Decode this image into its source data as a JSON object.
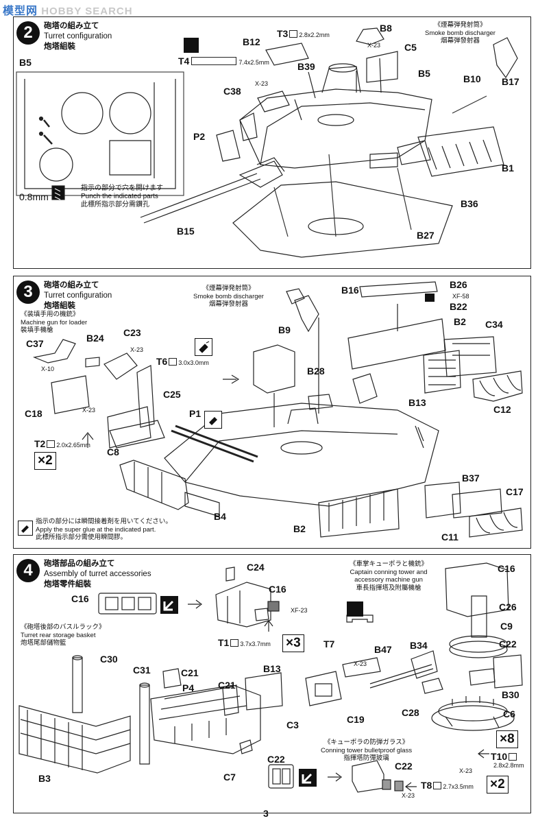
{
  "watermark": {
    "site_cn": "模型网",
    "site_en": "HOBBY SEARCH"
  },
  "page_number": "3",
  "step2": {
    "number": "2",
    "title_jp": "砲塔の組み立て",
    "title_en": "Turret configuration",
    "title_cn": "炮塔組裝",
    "inset_label": "B5",
    "drill_size": "0.8mm",
    "drill_note_jp": "指示の部分で穴を開けます",
    "drill_note_en": "Punch the indicated parts",
    "drill_note_cn": "此標所指示部分需鑽孔",
    "smoke_jp": "《煙幕弾発射筒》",
    "smoke_en": "Smoke bomb discharger",
    "smoke_cn": "烟幕弾發射器",
    "t3_label": "T3",
    "t3_size": "2.8x2.2mm",
    "t4_label": "T4",
    "t4_size": "7.4x2.5mm",
    "parts": {
      "b12": "B12",
      "b8": "B8",
      "c5": "C5",
      "b39": "B39",
      "b5": "B5",
      "b10": "B10",
      "b17": "B17",
      "c38": "C38",
      "p2": "P2",
      "b1": "B1",
      "b36": "B36",
      "b27": "B27",
      "b15": "B15"
    },
    "decals": {
      "x23a": "X-23",
      "x23b": "X-23"
    }
  },
  "step3": {
    "number": "3",
    "title_jp": "砲塔の組み立て",
    "title_en": "Turret configuration",
    "title_cn": "炮塔組裝",
    "mg_jp": "《装填手用の機銃》",
    "mg_en": "Machine gun for loader",
    "mg_cn": "裝填手機槍",
    "smoke_jp": "《煙幕弾発射筒》",
    "smoke_en": "Smoke bomb discharger",
    "smoke_cn": "烟幕弾發射器",
    "t6_label": "T6",
    "t6_size": "3.0x3.0mm",
    "t2_label": "T2",
    "t2_size": "2.0x2.65mm",
    "mult": "×2",
    "glue_note_jp": "指示の部分には瞬間接着剤を用いてください。",
    "glue_note_en": "Apply the super glue at the indicated part.",
    "glue_note_cn": "此標所指示部分需使用瞬間膠。",
    "parts": {
      "b26": "B26",
      "b16": "B16",
      "b22": "B22",
      "b9": "B9",
      "b2": "B2",
      "c34": "C34",
      "c37": "C37",
      "b24": "B24",
      "c23": "C23",
      "c25": "C25",
      "b28": "B28",
      "c18": "C18",
      "p1": "P1",
      "b13": "B13",
      "c12": "C12",
      "c8": "C8",
      "b37": "B37",
      "c17": "C17",
      "b4": "B4",
      "b2b": "B2",
      "c11": "C11"
    },
    "decals": {
      "x10": "X-10",
      "x23a": "X-23",
      "x23b": "X-23",
      "xf58": "XF-58"
    }
  },
  "step4": {
    "number": "4",
    "title_jp": "砲塔部品の組み立て",
    "title_en": "Assembly of turret accessories",
    "title_cn": "炮塔零件組裝",
    "basket_jp": "《砲塔後部のバスルラック》",
    "basket_en": "Turret rear storage basket",
    "basket_cn": "炮塔尾部儲物籃",
    "cupola_jp": "《車掌キューポラと機銃》",
    "cupola_en1": "Captain conning tower and",
    "cupola_en2": "accessory machine gun",
    "cupola_cn": "車長指揮塔及附屬機槍",
    "glass_jp": "《キューポラの防弾ガラス》",
    "glass_en": "Conning tower bulletproof glass",
    "glass_cn": "指揮塔防彈玻璃",
    "t1_label": "T1",
    "t1_size": "3.7x3.7mm",
    "t7_label": "T7",
    "t10_label": "T10",
    "t10_size": "2.8x2.8mm",
    "t8_label": "T8",
    "t8_size": "2.7x3.5mm",
    "mult3": "×3",
    "mult8": "×8",
    "mult2": "×2",
    "parts": {
      "c24": "C24",
      "c16a": "C16",
      "c16b": "C16",
      "c16c": "C16",
      "c26": "C26",
      "c9": "C9",
      "c22a": "C22",
      "c30": "C30",
      "c31": "C31",
      "c21a": "C21",
      "b13": "B13",
      "p4": "P4",
      "c21b": "C21",
      "c3": "C3",
      "b47": "B47",
      "b34": "B34",
      "b30": "B30",
      "c19": "C19",
      "c28": "C28",
      "c6": "C6",
      "b3": "B3",
      "c7": "C7",
      "c22b": "C22",
      "c22c": "C22"
    },
    "decals": {
      "xf23": "XF-23",
      "x23a": "X-23",
      "x23b": "X-23",
      "x23c": "X-23"
    }
  }
}
